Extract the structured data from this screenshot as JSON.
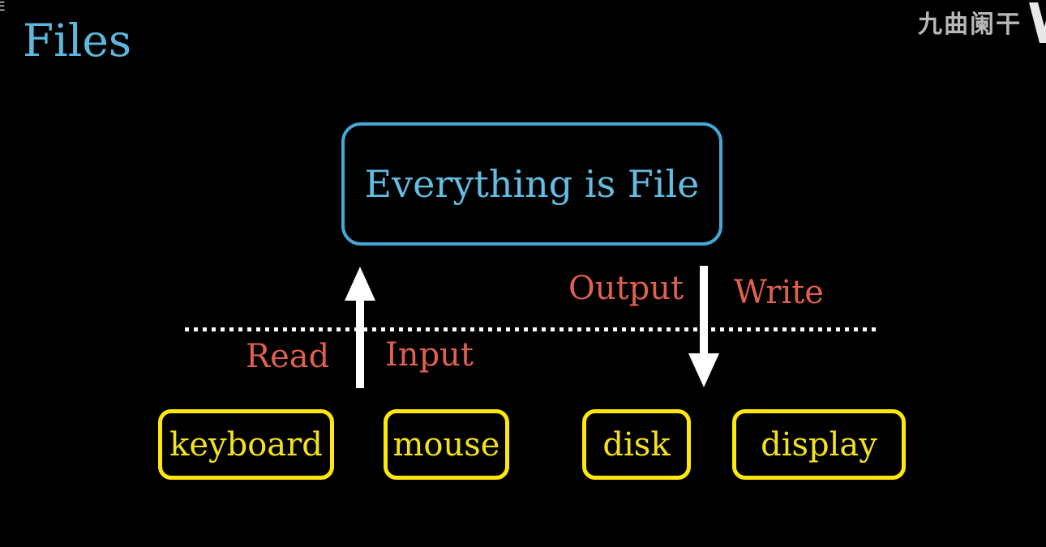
{
  "canvas": {
    "background": "#000000"
  },
  "header": {
    "title": "Files",
    "watermark": "九曲阑干",
    "corner_artifact": "E"
  },
  "colors": {
    "background": "#000000",
    "cyan_text": "#63bce3",
    "cyan_border": "#46a8d6",
    "red_label": "#e0604e",
    "yellow_border": "#ffe70a",
    "yellow_text": "#f3e11c",
    "arrow_white": "#ffffff",
    "watermark_gray": "#b9b9b9"
  },
  "icons": {
    "up_arrow": "up-arrow-icon",
    "down_arrow": "down-arrow-icon",
    "logo_mark": "channel-logo-icon"
  },
  "diagram": {
    "main_box": {
      "label": "Everything is File"
    },
    "labels": {
      "read": "Read",
      "input": "Input",
      "output": "Output",
      "write": "Write"
    },
    "devices": [
      {
        "label": "keyboard"
      },
      {
        "label": "mouse"
      },
      {
        "label": "disk"
      },
      {
        "label": "display"
      }
    ]
  }
}
